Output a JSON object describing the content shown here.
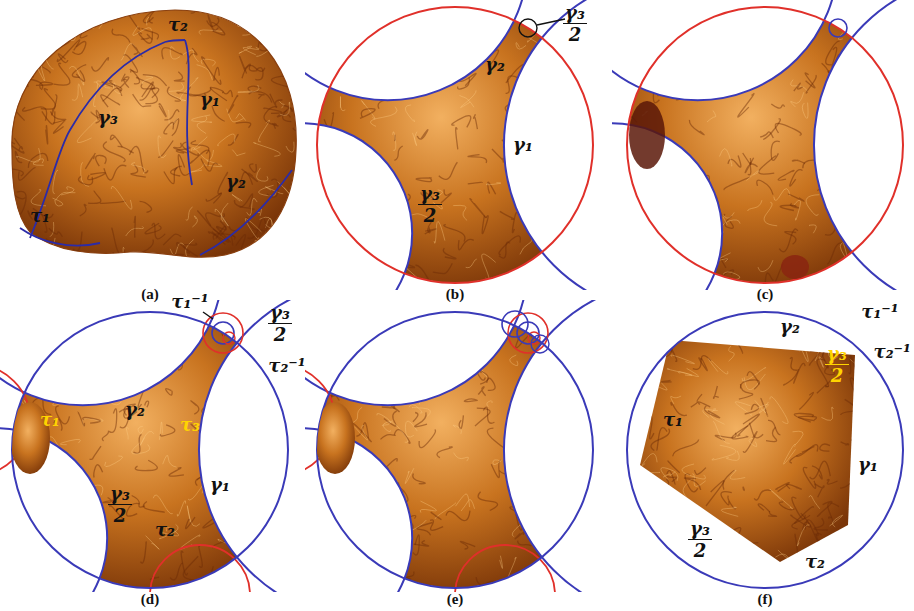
{
  "diagram": {
    "labels": [
      "τ₂",
      "γ₃",
      "γ₁",
      "τ₁",
      "γ₂",
      "(a)",
      "γ₃",
      "2",
      "γ₂",
      "γ₁",
      "γ₃",
      "2",
      "(b)",
      "(c)",
      "τ₁⁻¹",
      "γ₃",
      "2",
      "τ₂⁻¹",
      "γ₂",
      "τ₃",
      "τ₁",
      "γ₁",
      "γ₃",
      "2",
      "τ₂",
      "(d)",
      "(e)",
      "τ₁⁻¹",
      "γ₂",
      "γ₃",
      "2",
      "τ₂⁻¹",
      "τ₁",
      "γ₁",
      "γ₃",
      "2",
      "τ₂",
      "(f)"
    ]
  }
}
